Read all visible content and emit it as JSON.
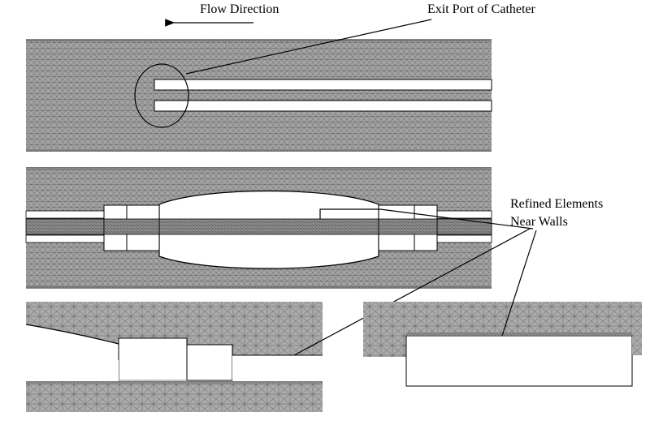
{
  "labels": {
    "flow_direction": "Flow Direction",
    "exit_port": "Exit Port of Catheter",
    "refined_line1": "Refined Elements",
    "refined_line2": "Near Walls"
  },
  "colors": {
    "mesh_fill": "#9c9c9c",
    "mesh_dense": "#8a8a8a",
    "background": "#ffffff",
    "ink": "#000000"
  }
}
